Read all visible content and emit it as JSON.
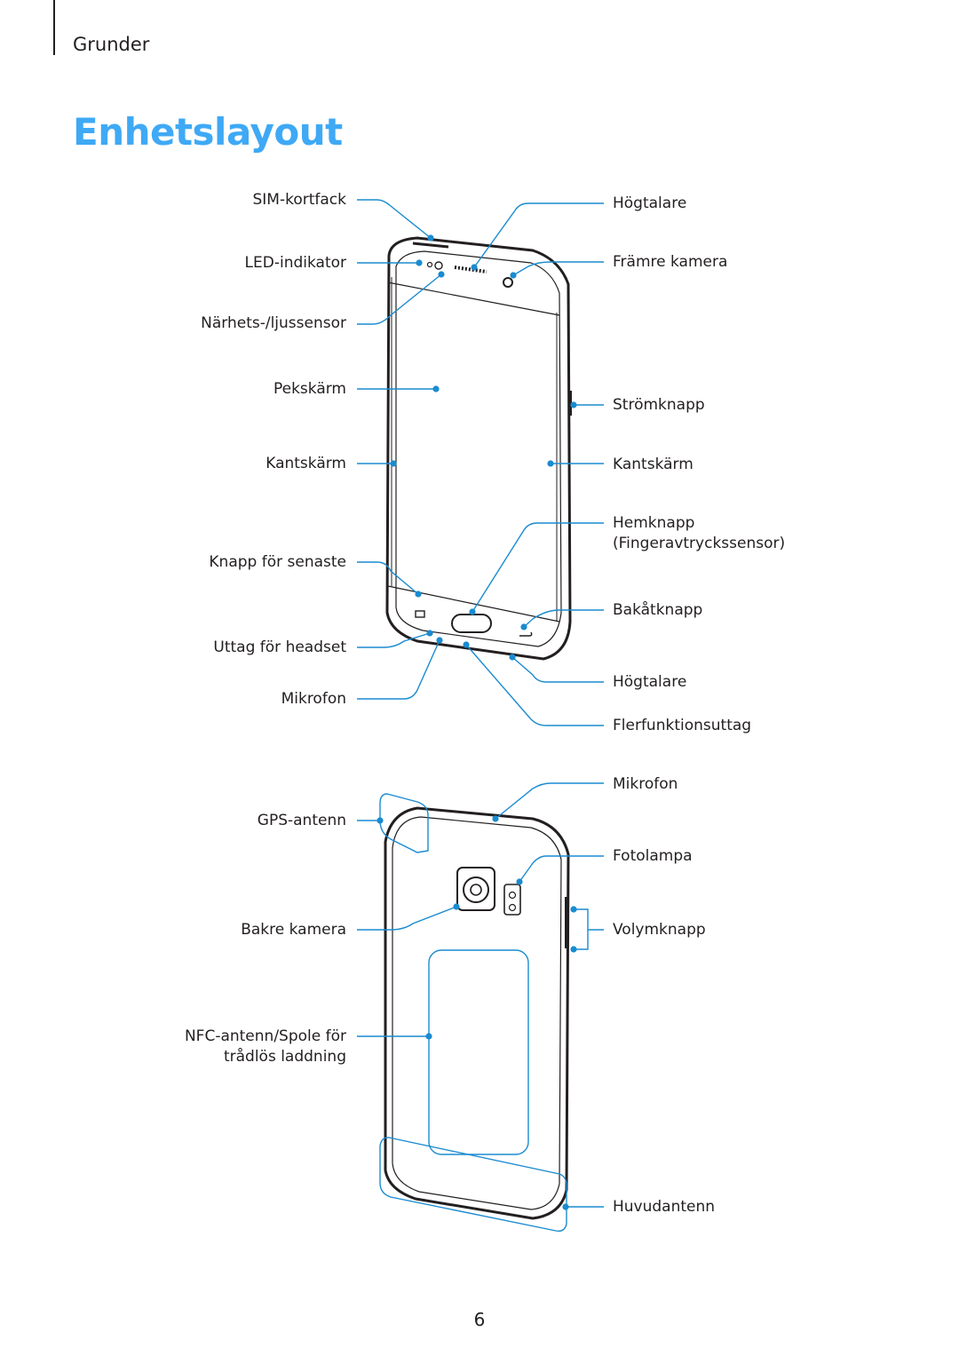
{
  "header": {
    "section": "Grunder"
  },
  "title": "Enhetslayout",
  "front_labels": {
    "sim_tray": "SIM-kortfack",
    "led": "LED-indikator",
    "proximity": "Närhets-/ljussensor",
    "touchscreen": "Pekskärm",
    "edge_left": "Kantskärm",
    "recent": "Knapp för senaste",
    "headset": "Uttag för headset",
    "mic": "Mikrofon",
    "speaker_top": "Högtalare",
    "front_camera": "Främre kamera",
    "power": "Strömknapp",
    "edge_right": "Kantskärm",
    "home_line1": "Hemknapp",
    "home_line2": "(Fingeravtryckssensor)",
    "back": "Bakåtknapp",
    "speaker_bottom": "Högtalare",
    "multipurpose": "Flerfunktionsuttag"
  },
  "back_labels": {
    "gps": "GPS-antenn",
    "rear_camera": "Bakre kamera",
    "nfc_line1": "NFC-antenn/Spole för",
    "nfc_line2": "trådlös laddning",
    "mic": "Mikrofon",
    "flash": "Fotolampa",
    "volume": "Volymknapp",
    "main_antenna": "Huvudantenn"
  },
  "colors": {
    "accent": "#3fa9f5",
    "callout": "#1a8bd0",
    "ink": "#231f20"
  },
  "page_number": "6"
}
